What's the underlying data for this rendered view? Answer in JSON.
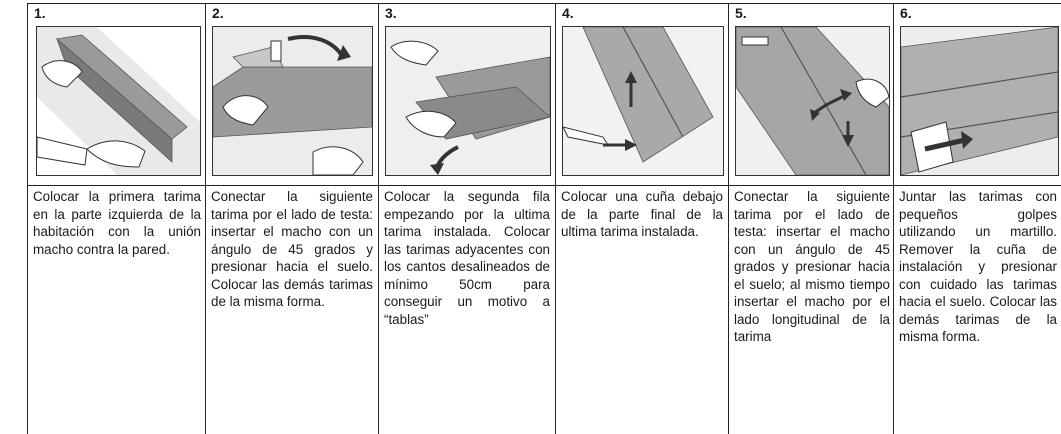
{
  "steps": [
    {
      "number": "1.",
      "illustration": "hands-laying-first-plank",
      "text": "Colocar la primera tarima en la parte izquierda de la habitación con la unión macho contra la pared."
    },
    {
      "number": "2.",
      "illustration": "connect-plank-end-angle",
      "text": "Conectar la siguiente tarima por el lado de testa: insertar el macho con un ángulo de 45 grados y presionar hacia el suelo. Colocar las demás tarimas de la misma forma."
    },
    {
      "number": "3.",
      "illustration": "second-row-start",
      "text": "Colocar la segunda fila empezando por la ultima tarima instalada. Colocar las tarimas adyacentes con los cantos desalineados de mínimo 50cm para conseguir un motivo a “tablas”"
    },
    {
      "number": "4.",
      "illustration": "wedge-under-plank",
      "text": "Colocar una cuña debajo de la parte final de la ultima tarima instalada."
    },
    {
      "number": "5.",
      "illustration": "insert-tongue-longitudinal",
      "text": "Conectar la siguiente tarima por el lado de testa: insertar el macho con un ángulo de 45 grados y presionar hacia el suelo; al mismo tiempo insertar el macho por el lado longitudinal de la tarima"
    },
    {
      "number": "6.",
      "illustration": "hammer-tap-block",
      "text": "Juntar las tarimas con pequeños golpes utilizando un martillo. Remover la cuña de instalación y presionar con cuidado las tarimas hacia el suelo. Colocar las demás tarimas de la misma forma."
    }
  ]
}
